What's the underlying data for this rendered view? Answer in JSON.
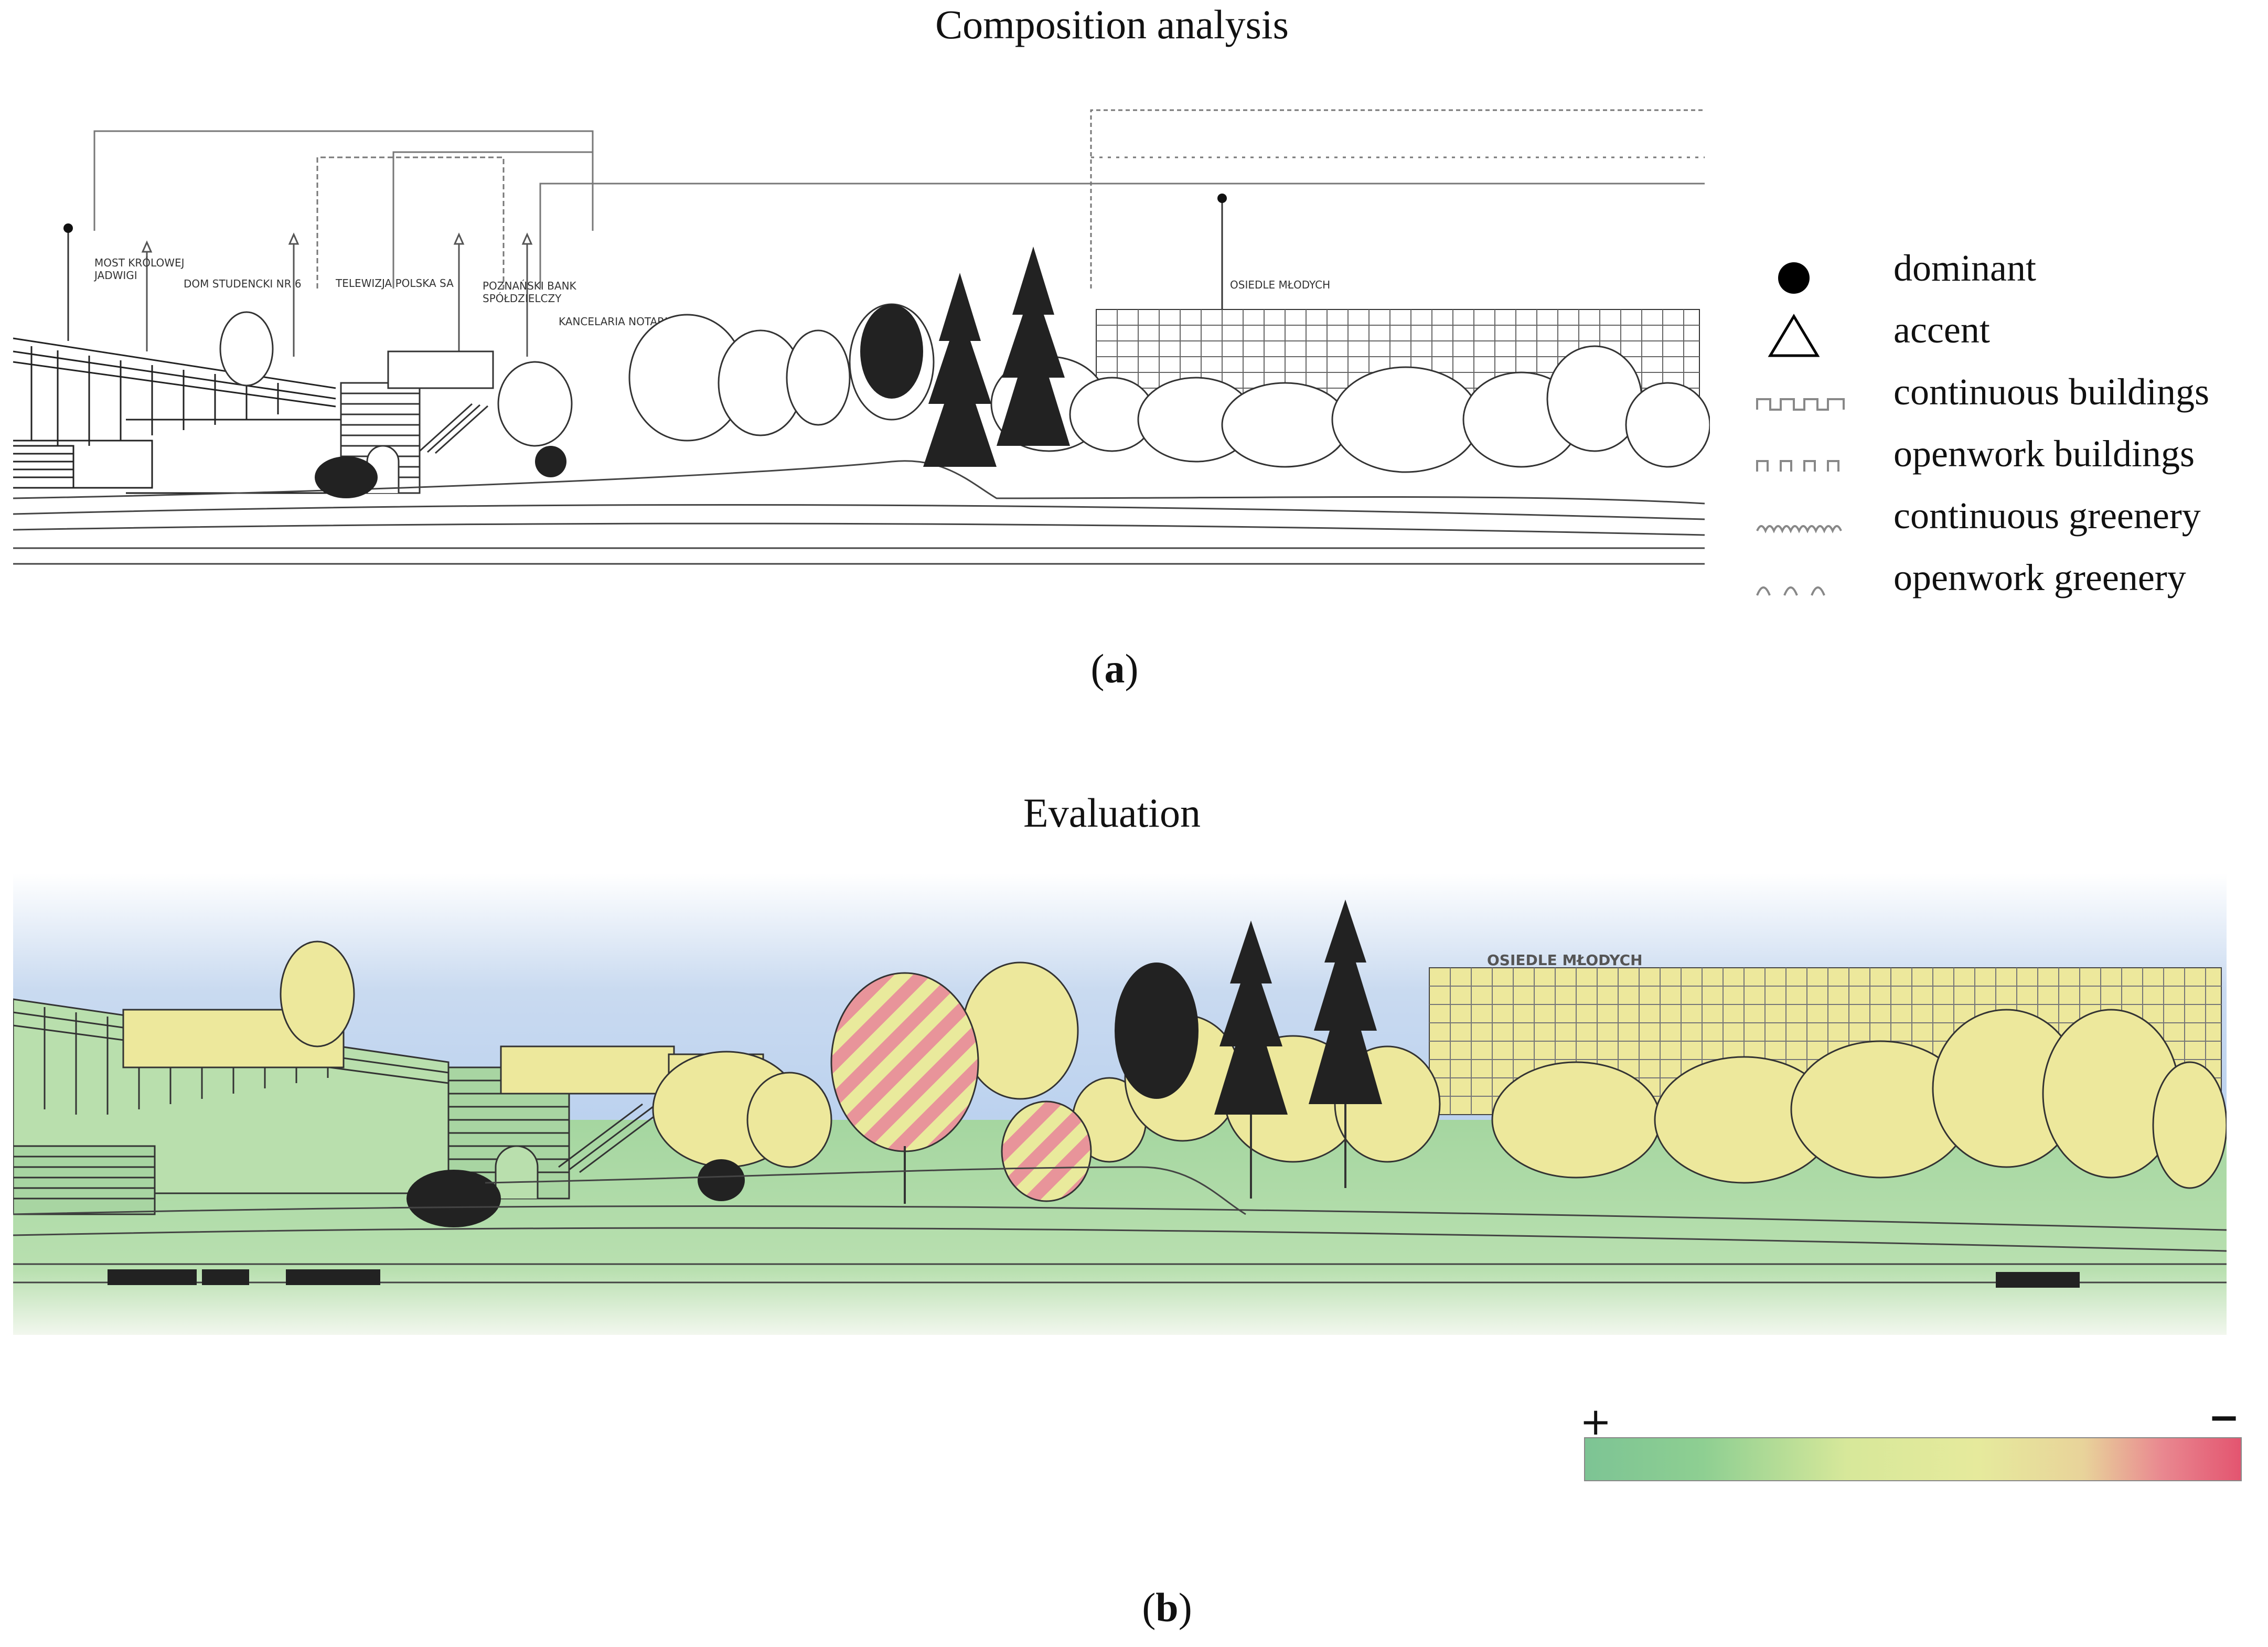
{
  "titles": {
    "top": "Composition analysis",
    "bottom": "Evaluation"
  },
  "captions": {
    "a_letter": "a",
    "b_letter": "b"
  },
  "panel_a": {
    "labels": [
      "MOST KRÓLOWEJ",
      "JADWIGI",
      "DOM STUDENCKI NR 6",
      "TELEWIZJA POLSKA SA",
      "POZNAŃSKI BANK",
      "SPÓŁDZIELCZY",
      "KANCELARIA NOTARIALNA",
      "OSIEDLE MŁODYCH"
    ]
  },
  "panel_b": {
    "building_label": "OSIEDLE MŁODYCH"
  },
  "legend": [
    {
      "symbol": "dominant-icon",
      "label": "dominant"
    },
    {
      "symbol": "accent-icon",
      "label": "accent"
    },
    {
      "symbol": "continuous-buildings-icon",
      "label": "continuous buildings"
    },
    {
      "symbol": "openwork-buildings-icon",
      "label": "openwork buildings"
    },
    {
      "symbol": "continuous-greenery-icon",
      "label": "continuous greenery"
    },
    {
      "symbol": "openwork-greenery-icon",
      "label": "openwork greenery"
    }
  ],
  "scale": {
    "plus": "+",
    "minus": "−",
    "colors": [
      "#7dc494",
      "#d7e89a",
      "#e35570"
    ]
  }
}
